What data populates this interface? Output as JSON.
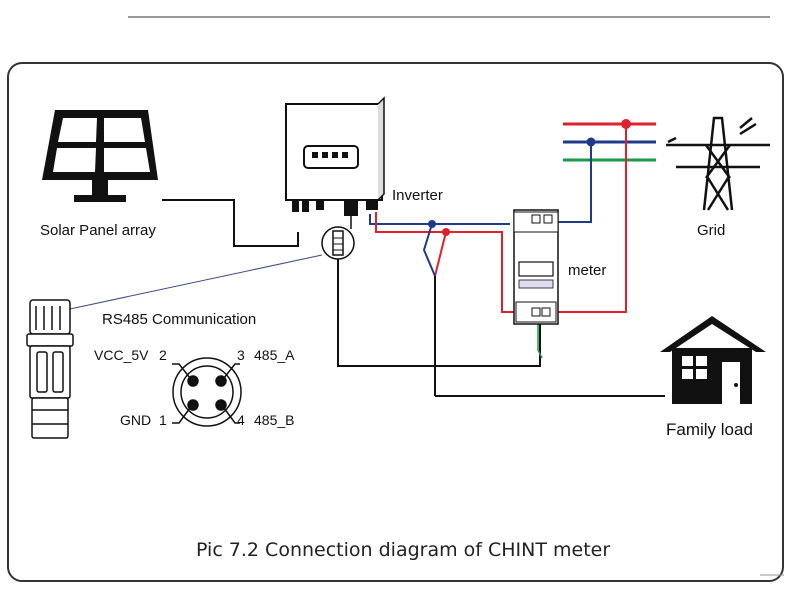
{
  "labels": {
    "solar": "Solar Panel array",
    "inverter": "Inverter",
    "grid": "Grid",
    "meter": "meter",
    "rs485": "RS485 Communication",
    "vcc": "VCC_5V",
    "gnd": "GND",
    "pin1": "1",
    "pin2": "2",
    "pin3": "3",
    "pin4": "4",
    "a485": "485_A",
    "b485": "485_B",
    "family": "Family load"
  },
  "caption": "Pic 7.2 Connection diagram of CHINT meter",
  "colors": {
    "line": "#111111",
    "phase_red": "#e0212c",
    "phase_blue": "#1e3a8a",
    "phase_green": "#1a9a4a",
    "frame": "#333333"
  }
}
